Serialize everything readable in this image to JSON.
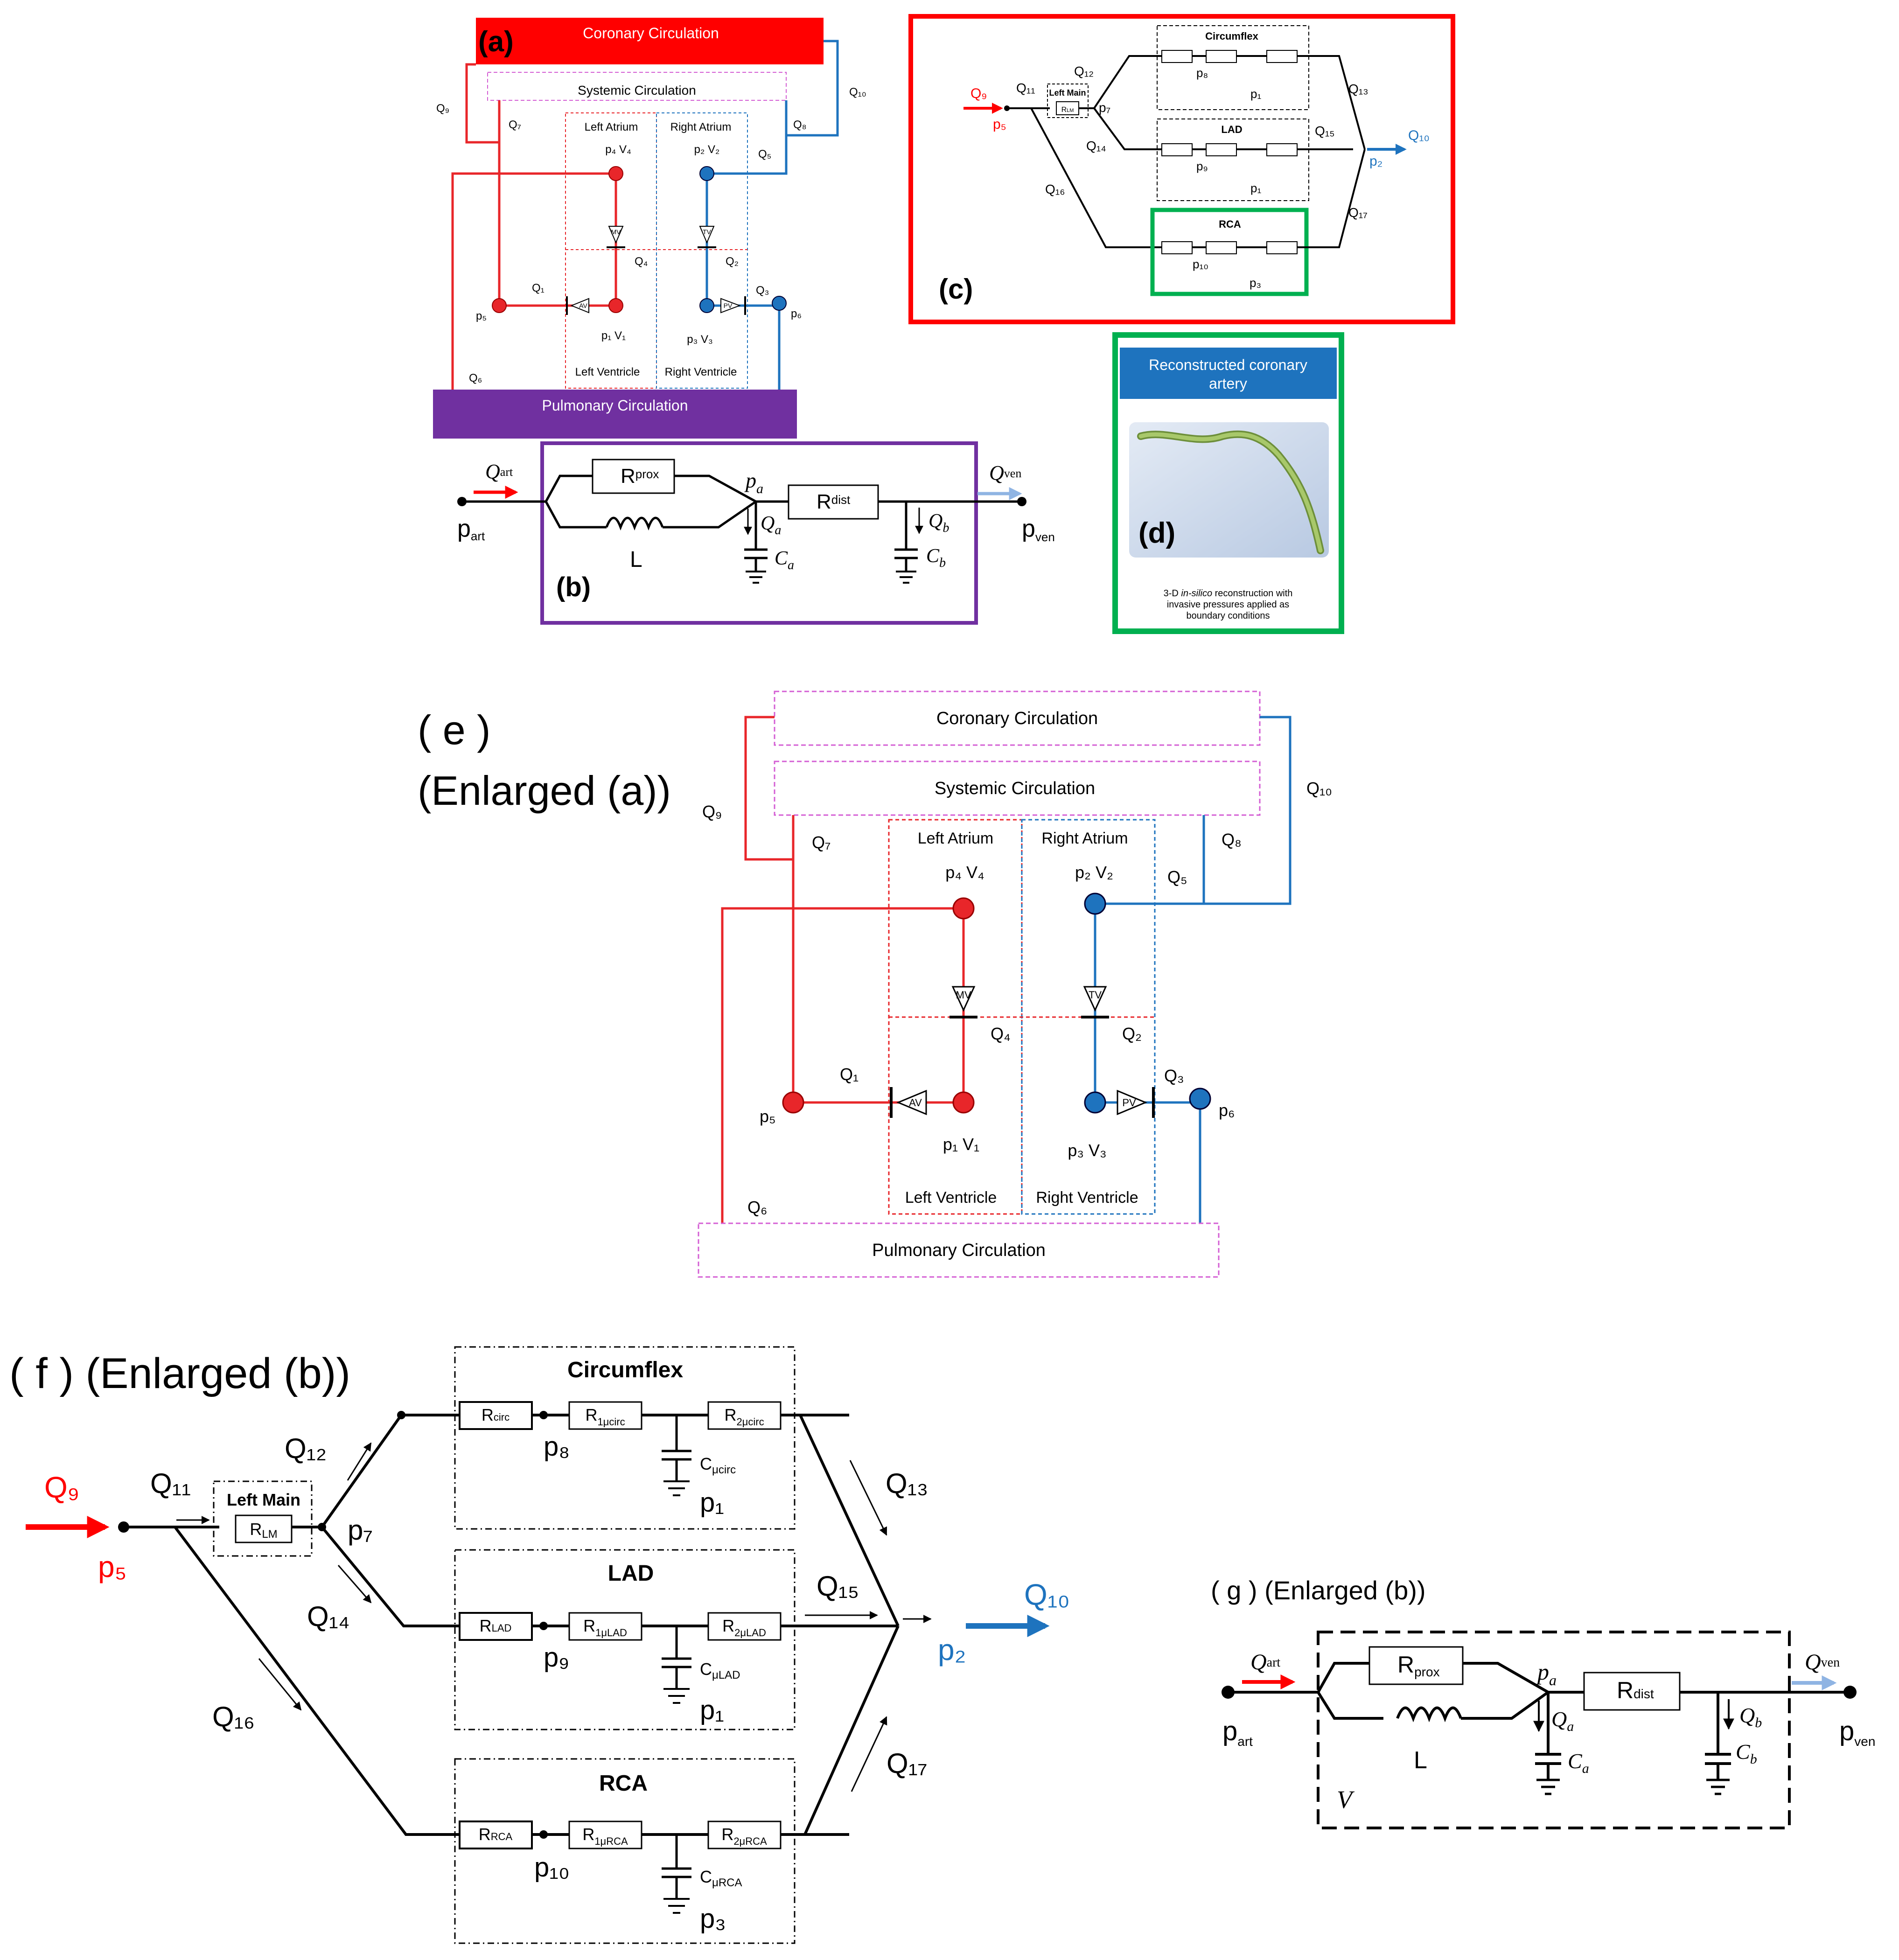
{
  "a": {
    "panel": "(a)",
    "coronary": "Coronary Circulation",
    "systemic": "Systemic Circulation",
    "pulmonary": "Pulmonary Circulation",
    "left_atrium": "Left Atrium",
    "right_atrium": "Right Atrium",
    "left_ventricle": "Left Ventricle",
    "right_ventricle": "Right Ventricle",
    "p4v4": "p₄ V₄",
    "p2v2": "p₂ V₂",
    "p1v1": "p₁ V₁",
    "p3v3": "p₃ V₃",
    "p5": "p₅",
    "p6": "p₆",
    "mv": "MV",
    "tv": "TV",
    "av": "AV",
    "pv": "PV",
    "q1": "Q₁",
    "q2": "Q₂",
    "q3": "Q₃",
    "q4": "Q₄",
    "q5": "Q₅",
    "q6": "Q₆",
    "q7": "Q₇",
    "q8": "Q₈",
    "q9": "Q₉",
    "q10": "Q₁₀"
  },
  "b": {
    "panel": "(b)",
    "q_art": "Q",
    "q_art_sub": "art",
    "q_ven": "Q",
    "q_ven_sub": "ven",
    "p_art": "p",
    "p_art_sub": "art",
    "p_ven": "p",
    "p_ven_sub": "ven",
    "r_prox": "R",
    "r_prox_sub": "prox",
    "r_dist": "R",
    "r_dist_sub": "dist",
    "l": "L",
    "pa": "p",
    "pa_sub": "a",
    "qa": "Q",
    "qa_sub": "a",
    "qb": "Q",
    "qb_sub": "b",
    "ca": "C",
    "ca_sub": "a",
    "cb": "C",
    "cb_sub": "b"
  },
  "c": {
    "panel": "(c)",
    "circumflex": "Circumflex",
    "lad": "LAD",
    "rca": "RCA",
    "left_main": "Left Main",
    "r_lm": "R",
    "r_lm_sub": "LM",
    "r_circ": "R",
    "r_circ_sub": "circ",
    "r1_circ": "R",
    "r1_circ_sub": "1μcirc",
    "r2_circ": "R",
    "r2_circ_sub": "2μcirc",
    "c_circ": "C",
    "c_circ_sub": "μcirc",
    "r_lad": "R",
    "r_lad_sub": "LAD",
    "r1_lad": "R",
    "r1_lad_sub": "1μLAD",
    "r2_lad": "R",
    "r2_lad_sub": "2μLAD",
    "c_lad": "C",
    "c_lad_sub": "μLAD",
    "r_rca": "R",
    "r_rca_sub": "RCA",
    "r1_rca": "R",
    "r1_rca_sub": "1μRCA",
    "r2_rca": "R",
    "r2_rca_sub": "2μRCA",
    "c_rca": "C",
    "c_rca_sub": "μRCA",
    "q9": "Q₉",
    "p5": "p₅",
    "q10": "Q₁₀",
    "p2": "p₂",
    "q11": "Q₁₁",
    "q12": "Q₁₂",
    "q13": "Q₁₃",
    "q14": "Q₁₄",
    "q15": "Q₁₅",
    "q16": "Q₁₆",
    "q17": "Q₁₇",
    "p7": "p₇",
    "p8": "p₈",
    "p9": "p₉",
    "p10": "p₁₀",
    "p1": "p₁",
    "p3": "p₃"
  },
  "d": {
    "panel": "(d)",
    "header_line1": "Reconstructed coronary",
    "header_line2": "artery",
    "caption_line1_a": "3-D ",
    "caption_line1_b": "in-silico",
    "caption_line1_c": " reconstruction with",
    "caption_line2": "invasive pressures applied as",
    "caption_line3": "boundary conditions"
  },
  "e": {
    "label": "( e )",
    "sublabel": "(Enlarged (a))"
  },
  "f": {
    "label": "( f ) (Enlarged (b))"
  },
  "g": {
    "label": "( g ) (Enlarged (b))",
    "v": "V"
  },
  "colors": {
    "red": "#ff0000",
    "circuit_red": "#e8262a",
    "blue": "#1e73be",
    "purple": "#7030a0",
    "green": "#00b050",
    "dash_magenta": "#d45fd4",
    "light_blue_arrow": "#8fb4e3"
  }
}
